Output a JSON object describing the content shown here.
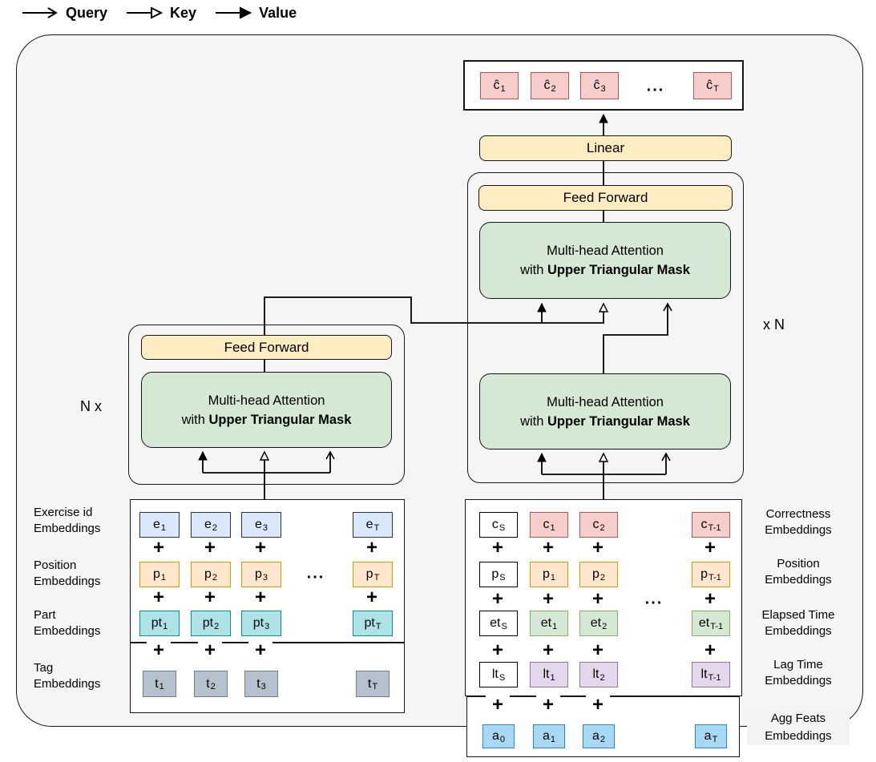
{
  "legend": {
    "items": [
      {
        "label": "Query",
        "arrow": "open"
      },
      {
        "label": "Key",
        "arrow": "hollow"
      },
      {
        "label": "Value",
        "arrow": "filled"
      }
    ]
  },
  "blocks": {
    "linear": "Linear",
    "feed_forward": "Feed Forward",
    "mha_line1": "Multi-head Attention",
    "mha_with": "with ",
    "mha_bold": "Upper Triangular Mask",
    "n_left": "N x",
    "n_right": "x N"
  },
  "glyphs": {
    "plus": "+",
    "dots": "..."
  },
  "output": {
    "cells": [
      {
        "b": "ĉ",
        "s": "1"
      },
      {
        "b": "ĉ",
        "s": "2"
      },
      {
        "b": "ĉ",
        "s": "3"
      },
      {
        "b": "ĉ",
        "s": "T"
      }
    ]
  },
  "left_labels": [
    {
      "l1": "Exercise id",
      "l2": "Embeddings"
    },
    {
      "l1": "Position",
      "l2": "Embeddings"
    },
    {
      "l1": "Part",
      "l2": "Embeddings"
    },
    {
      "l1": "Tag",
      "l2": "Embeddings"
    }
  ],
  "right_labels": [
    {
      "l1": "Correctness",
      "l2": "Embeddings"
    },
    {
      "l1": "Position",
      "l2": "Embeddings"
    },
    {
      "l1": "Elapsed Time",
      "l2": "Embeddings"
    },
    {
      "l1": "Lag Time",
      "l2": "Embeddings"
    },
    {
      "l1": "Agg Feats",
      "l2": "Embeddings"
    }
  ],
  "left_stack": {
    "exercise": [
      {
        "b": "e",
        "s": "1"
      },
      {
        "b": "e",
        "s": "2"
      },
      {
        "b": "e",
        "s": "3"
      },
      {
        "b": "e",
        "s": "T"
      }
    ],
    "position": [
      {
        "b": "p",
        "s": "1"
      },
      {
        "b": "p",
        "s": "2"
      },
      {
        "b": "p",
        "s": "3"
      },
      {
        "b": "p",
        "s": "T"
      }
    ],
    "part": [
      {
        "b": "pt",
        "s": "1"
      },
      {
        "b": "pt",
        "s": "2"
      },
      {
        "b": "pt",
        "s": "3"
      },
      {
        "b": "pt",
        "s": "T"
      }
    ],
    "tag": [
      {
        "b": "t",
        "s": "1"
      },
      {
        "b": "t",
        "s": "2"
      },
      {
        "b": "t",
        "s": "3"
      },
      {
        "b": "t",
        "s": "T"
      }
    ]
  },
  "right_stack": {
    "correctness": [
      {
        "b": "c",
        "s": "S"
      },
      {
        "b": "c",
        "s": "1"
      },
      {
        "b": "c",
        "s": "2"
      },
      {
        "b": "c",
        "s": "T-1"
      }
    ],
    "position": [
      {
        "b": "p",
        "s": "S"
      },
      {
        "b": "p",
        "s": "1"
      },
      {
        "b": "p",
        "s": "2"
      },
      {
        "b": "p",
        "s": "T-1"
      }
    ],
    "elapsed": [
      {
        "b": "et",
        "s": "S"
      },
      {
        "b": "et",
        "s": "1"
      },
      {
        "b": "et",
        "s": "2"
      },
      {
        "b": "et",
        "s": "T-1"
      }
    ],
    "lag": [
      {
        "b": "lt",
        "s": "S"
      },
      {
        "b": "lt",
        "s": "1"
      },
      {
        "b": "lt",
        "s": "2"
      },
      {
        "b": "lt",
        "s": "T-1"
      }
    ],
    "agg": [
      {
        "b": "a",
        "s": "0"
      },
      {
        "b": "a",
        "s": "1"
      },
      {
        "b": "a",
        "s": "2"
      },
      {
        "b": "a",
        "s": "T"
      }
    ]
  },
  "colors": {
    "background_panel": "#f5f5f5",
    "pink_fill": "#f8cecc",
    "pink_border": "#b85450",
    "yellow_fill": "#ffedc2",
    "green_fill": "#d5e8d4",
    "green_border": "#82b366",
    "blue_fill": "#dae8fc",
    "orange_fill": "#ffe6cc",
    "orange_border": "#d79b00",
    "teal_fill": "#aee3e6",
    "teal_border": "#0f8a94",
    "gray_fill": "#b5c1cd",
    "purple_fill": "#e3d7eb",
    "purple_border": "#9673a6",
    "sky_fill": "#a8d9f4",
    "sky_border": "#2a88bb"
  }
}
